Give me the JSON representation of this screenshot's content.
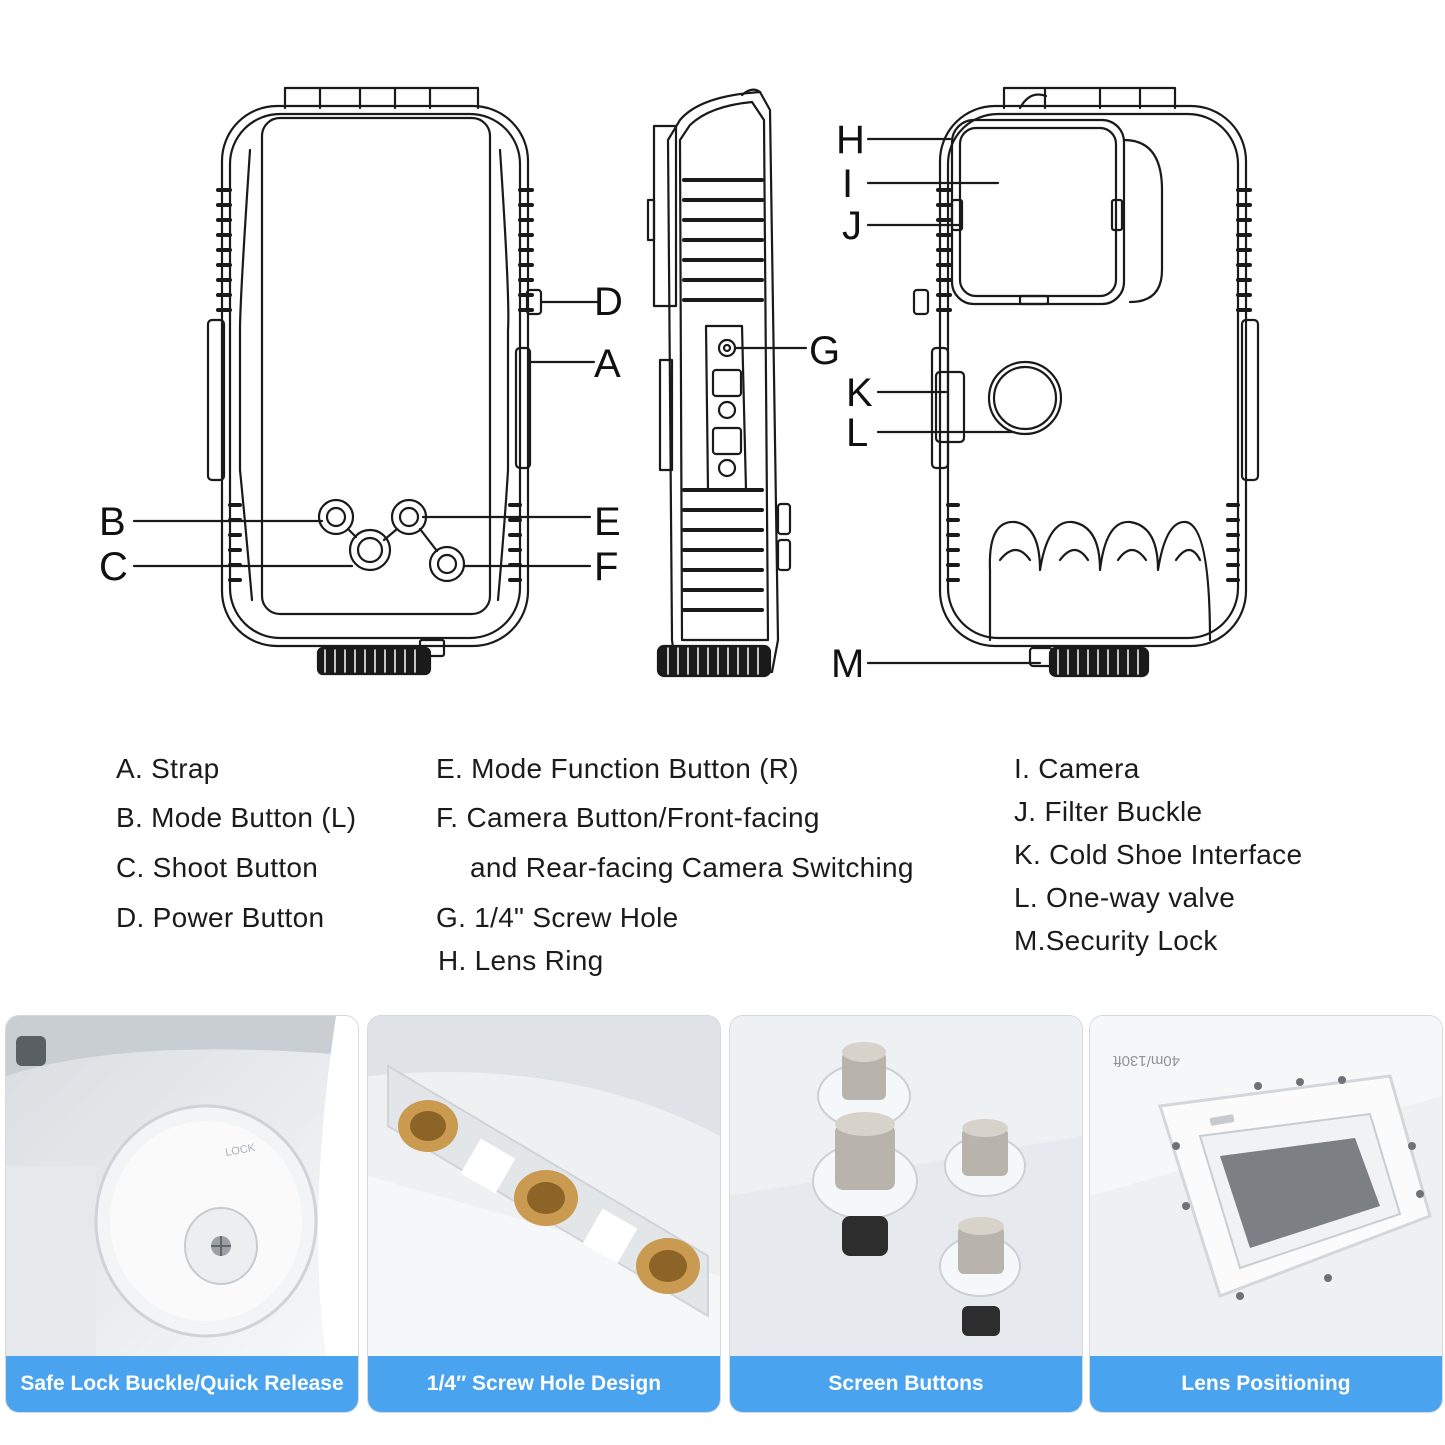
{
  "callouts": {
    "a": "A",
    "b": "B",
    "c": "C",
    "d": "D",
    "e": "E",
    "f": "F",
    "g": "G",
    "h": "H",
    "i": "I",
    "j": "J",
    "k": "K",
    "l": "L",
    "m": "M"
  },
  "legend": {
    "col1": [
      "A. Strap",
      "B. Mode Button (L)",
      "C. Shoot Button",
      "D. Power Button"
    ],
    "col2": [
      "E. Mode Function Button (R)",
      "F. Camera Button/Front-facing",
      "and Rear-facing Camera Switching",
      "G. 1/4\" Screw Hole",
      "H. Lens Ring"
    ],
    "col3": [
      "I. Camera",
      "J. Filter Buckle",
      "K. Cold Shoe Interface",
      "L.  One-way valve",
      "M.Security Lock"
    ]
  },
  "photo_text": {
    "knob_mark": "LOCK",
    "depth_rating": "40m/130ft"
  },
  "captions": [
    "Safe Lock Buckle/Quick Release",
    "1/4″ Screw Hole Design",
    "Screen Buttons",
    "Lens Positioning"
  ],
  "colors": {
    "caption_bar": "#4aa3ef",
    "line_art": "#1a1a1a",
    "brass": "#c99a4f"
  }
}
